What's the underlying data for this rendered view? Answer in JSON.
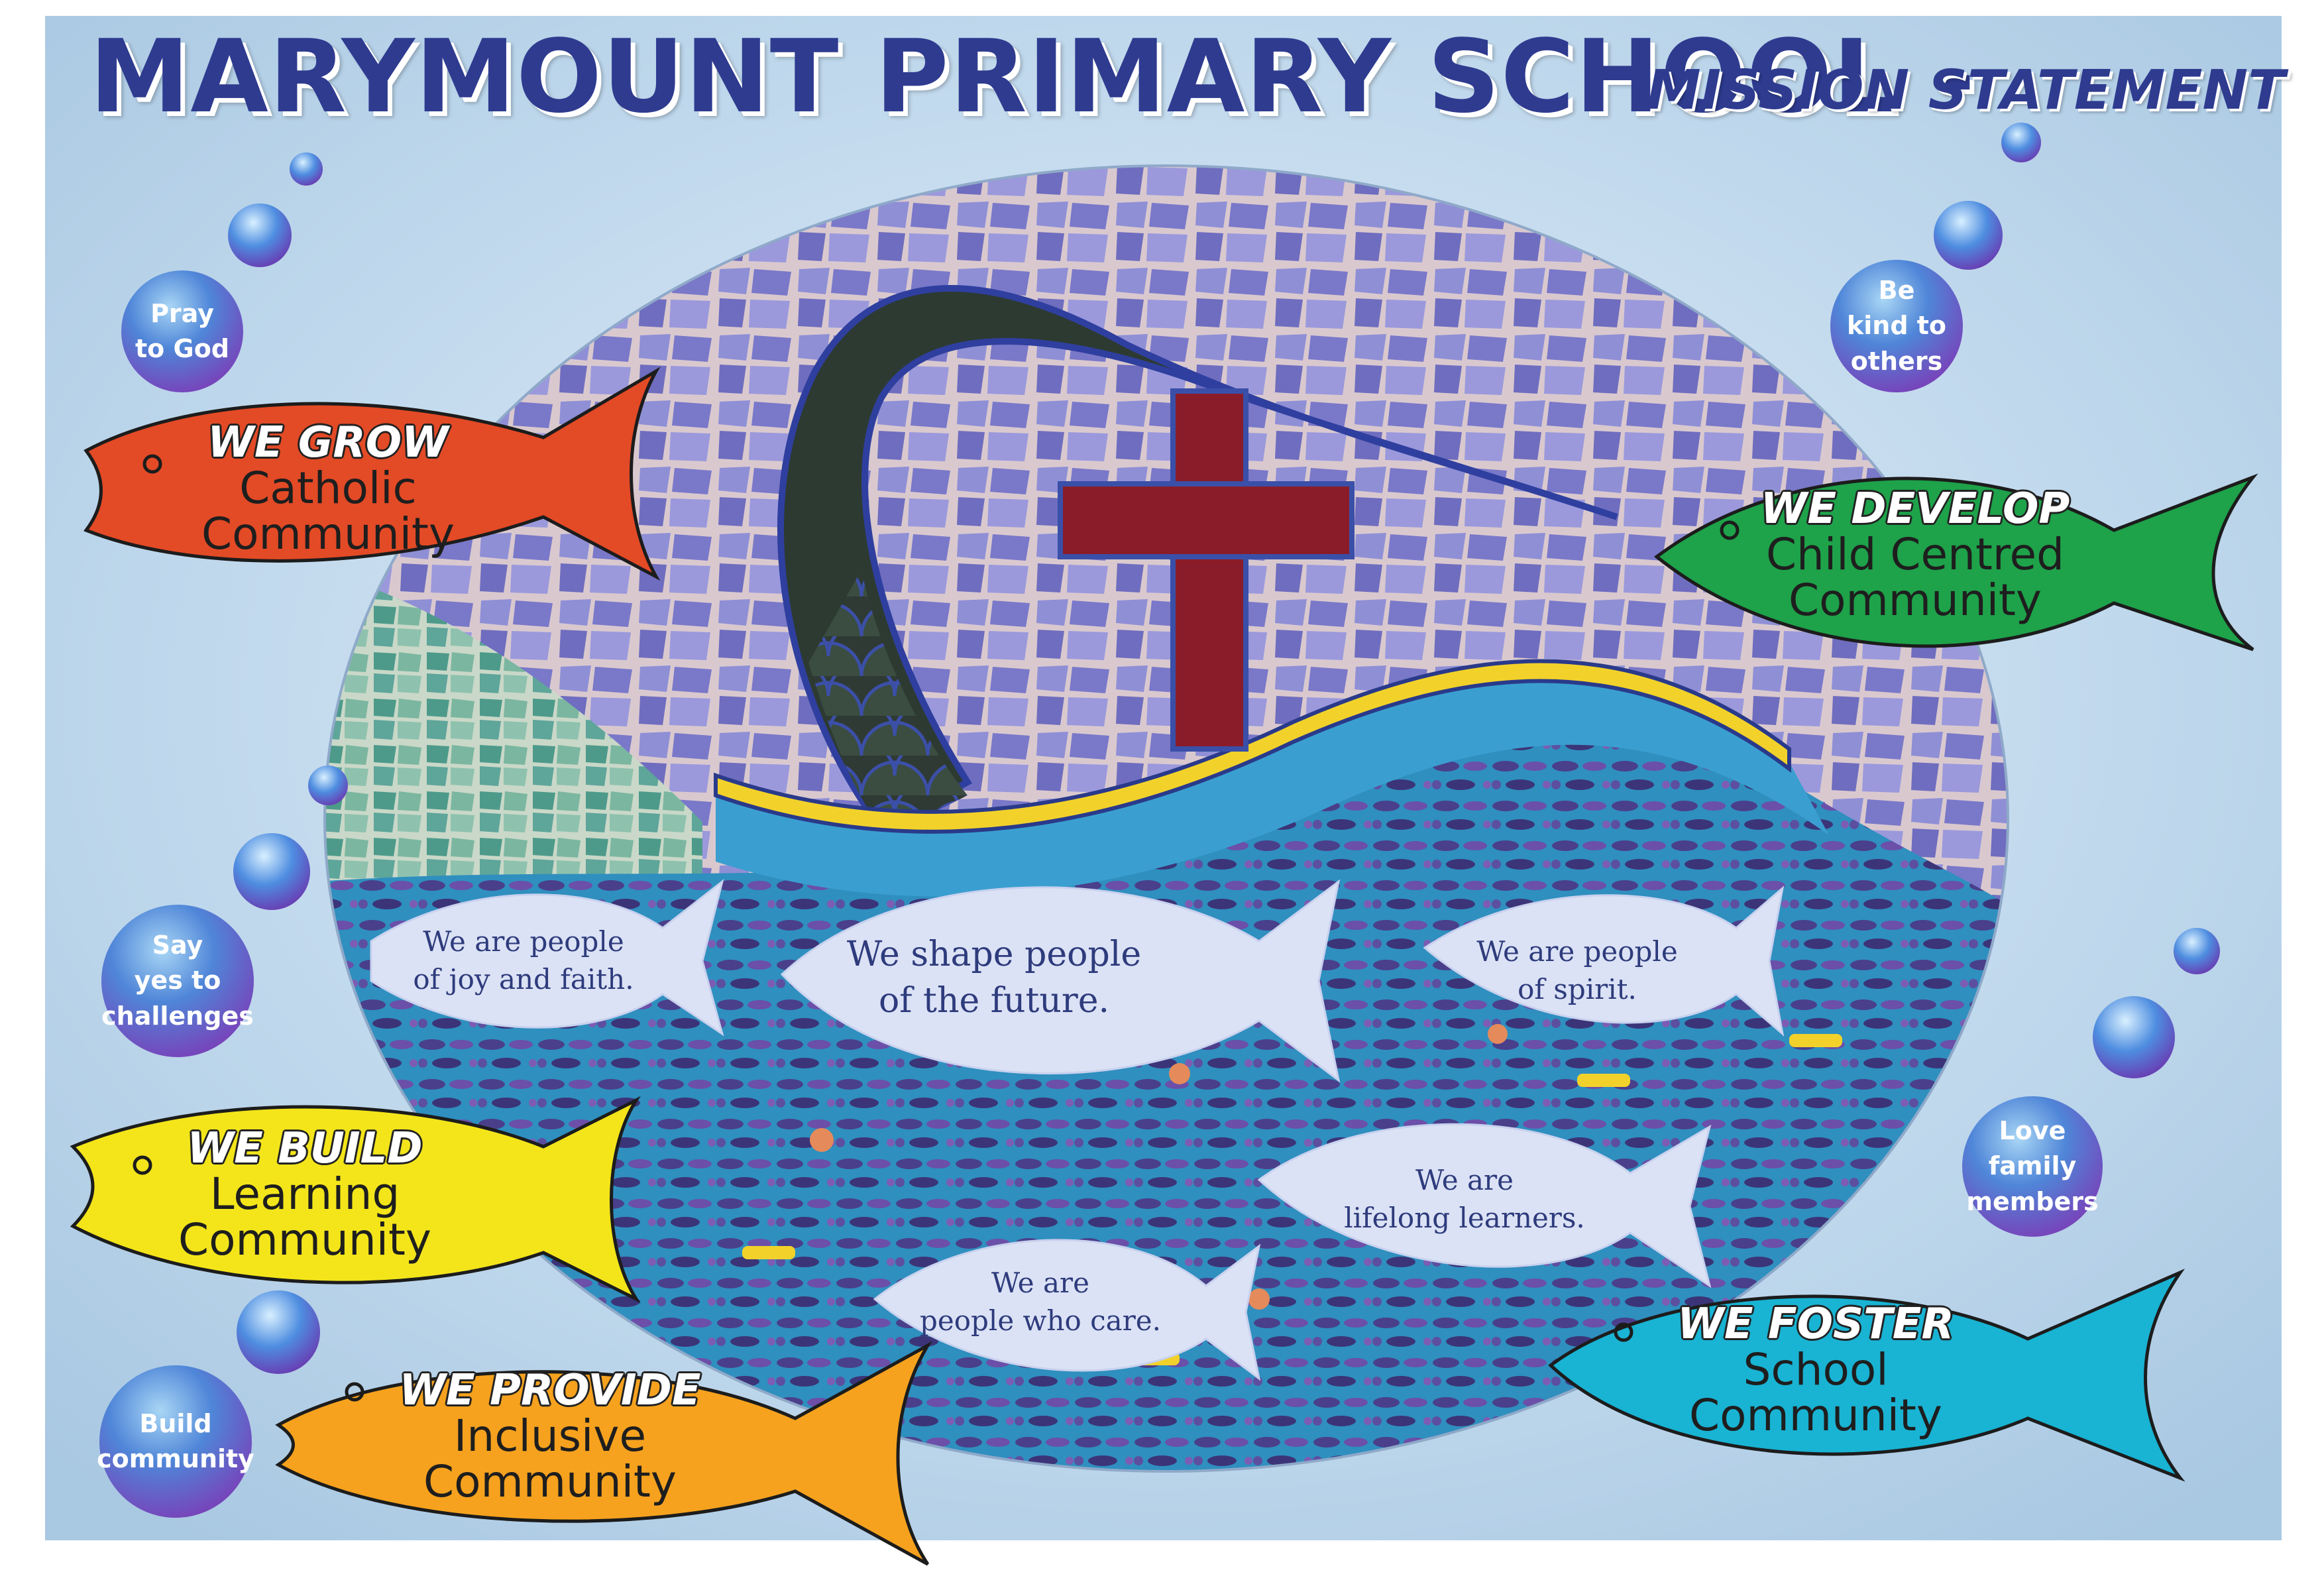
{
  "header": {
    "title": "MARYMOUNT PRIMARY SCHOOL -",
    "subtitle": "MISSION STATEMENT"
  },
  "bubbles": [
    {
      "id": "pray",
      "text": "Pray\nto God"
    },
    {
      "id": "kind",
      "text": "Be\nkind to\nothers"
    },
    {
      "id": "yes",
      "text": "Say\nyes to\nchallenges"
    },
    {
      "id": "love",
      "text": "Love\nfamily\nmembers"
    },
    {
      "id": "build",
      "text": "Build\ncommunity"
    }
  ],
  "fish": [
    {
      "id": "grow",
      "heading": "WE GROW",
      "body": "Catholic Community",
      "color": "#e34a26"
    },
    {
      "id": "develop",
      "heading": "WE DEVELOP",
      "body": "Child Centred\nCommunity",
      "color": "#1ea24a"
    },
    {
      "id": "build",
      "heading": "WE BUILD",
      "body": "Learning\nCommunity",
      "color": "#f3e51a"
    },
    {
      "id": "provide",
      "heading": "WE PROVIDE",
      "body": "Inclusive Community",
      "color": "#f6a21e"
    },
    {
      "id": "foster",
      "heading": "WE FOSTER",
      "body": "School Community",
      "color": "#19b3d3"
    }
  ],
  "values_fish": [
    {
      "id": "joy",
      "text": "We are people\nof joy and faith."
    },
    {
      "id": "shape",
      "text": "We shape people\nof the future."
    },
    {
      "id": "spirit",
      "text": "We are people\nof  spirit."
    },
    {
      "id": "lifelong",
      "text": "We are\nlifelong learners."
    },
    {
      "id": "care",
      "text": "We are\npeople who care."
    }
  ],
  "colors": {
    "title": "#2e3b8f",
    "sky": "#b9d3e8",
    "cross": "#8a1c2a",
    "wave_yellow": "#f2d22a"
  }
}
